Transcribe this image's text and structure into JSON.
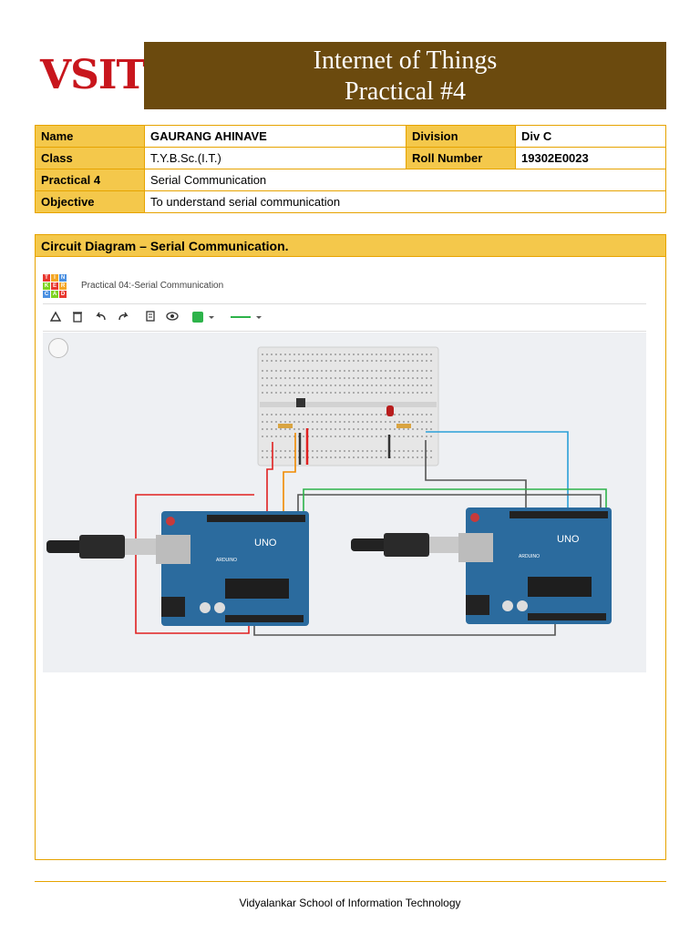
{
  "header": {
    "logo": "VSIT",
    "title_line1": "Internet of Things",
    "title_line2": "Practical #4"
  },
  "info": {
    "name_label": "Name",
    "name_value": "GAURANG AHINAVE",
    "division_label": "Division",
    "division_value": "Div C",
    "class_label": "Class",
    "class_value": "T.Y.B.Sc.(I.T.)",
    "roll_label": "Roll Number",
    "roll_value": "19302E0023",
    "practical_label": "Practical 4",
    "practical_value": "Serial Communication",
    "objective_label": "Objective",
    "objective_value": "To understand serial communication"
  },
  "section": {
    "heading": "Circuit Diagram – Serial Communication."
  },
  "tinkercad": {
    "logo_letters": [
      "T",
      "I",
      "N",
      "K",
      "E",
      "R",
      "C",
      "A",
      "D"
    ],
    "logo_colors": [
      "#e8372f",
      "#f5a623",
      "#4a90e2",
      "#7ed321",
      "#e8372f",
      "#f5a623",
      "#4a90e2",
      "#7ed321",
      "#e8372f"
    ],
    "design_title": "Practical 04:-Serial Communication",
    "toolbar_icons": [
      "rotate-icon",
      "delete-icon",
      "undo-icon",
      "redo-icon",
      "notes-icon",
      "visibility-icon",
      "color-picker-icon",
      "wire-type-icon"
    ],
    "board_label": "UNO",
    "board_brand": "ARDUINO",
    "wire_colors": {
      "red": "#e02020",
      "orange": "#f08a00",
      "green": "#2db34a",
      "blue": "#2a9fd8",
      "black": "#444444"
    }
  },
  "footer": {
    "text": "Vidyalankar School of Information Technology"
  }
}
